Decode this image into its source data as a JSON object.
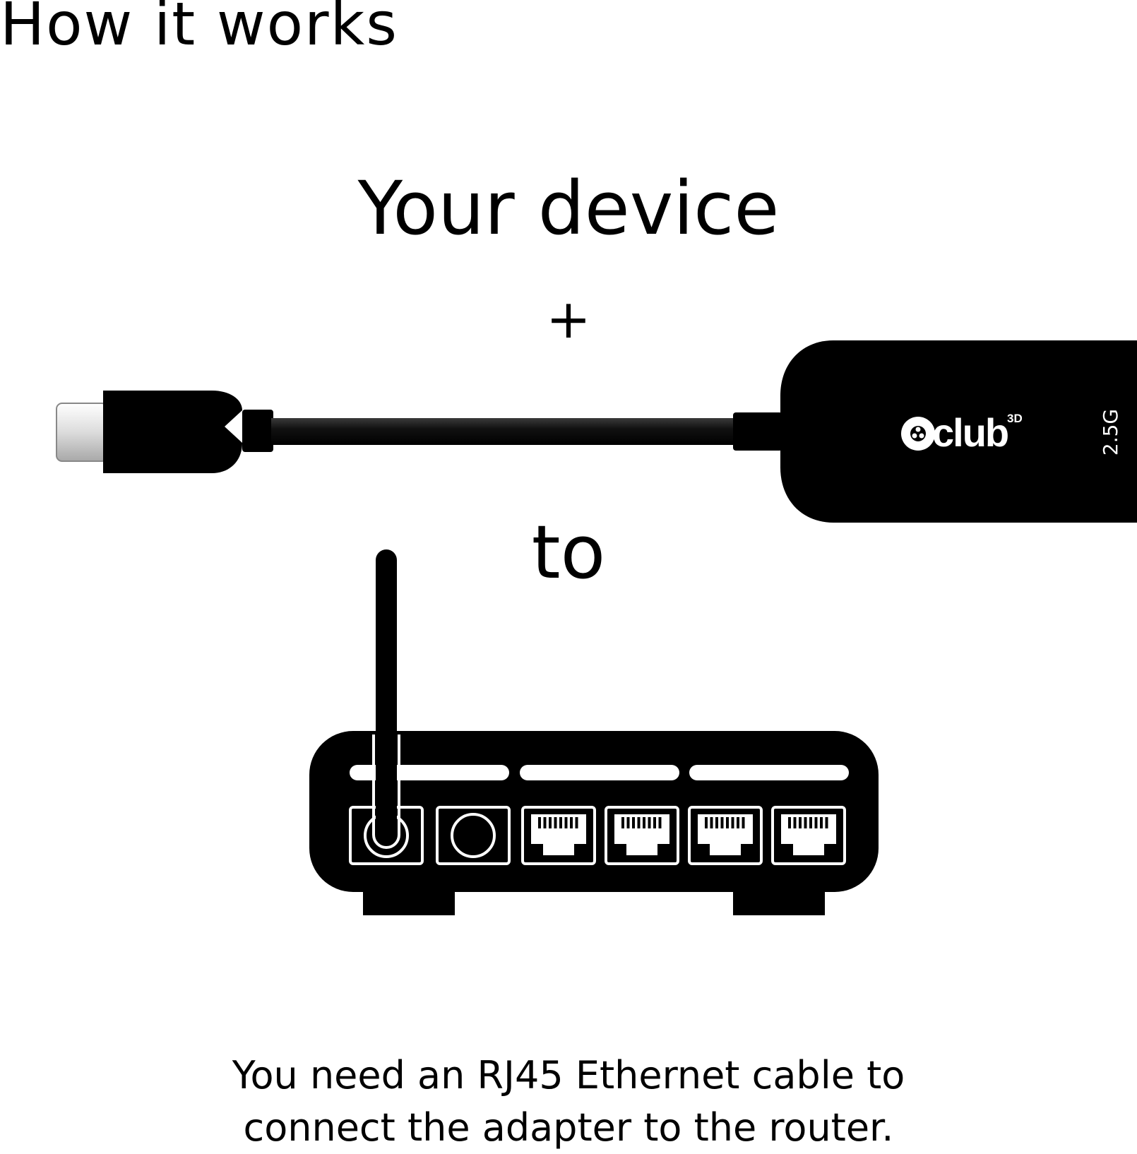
{
  "heading": "How it works",
  "device_label": "Your device",
  "plus_label": "+",
  "to_label": "to",
  "adapter": {
    "brand": "club",
    "brand_superscript": "3D",
    "speed_label": "2.5G"
  },
  "footer": {
    "line1": "You need an RJ45 Ethernet cable to",
    "line2": "connect the adapter to the router."
  },
  "router": {
    "ethernet_port_count": 4
  },
  "colors": {
    "ink": "#000000",
    "paper": "#ffffff",
    "plug_metal": "#e6e6e6"
  }
}
